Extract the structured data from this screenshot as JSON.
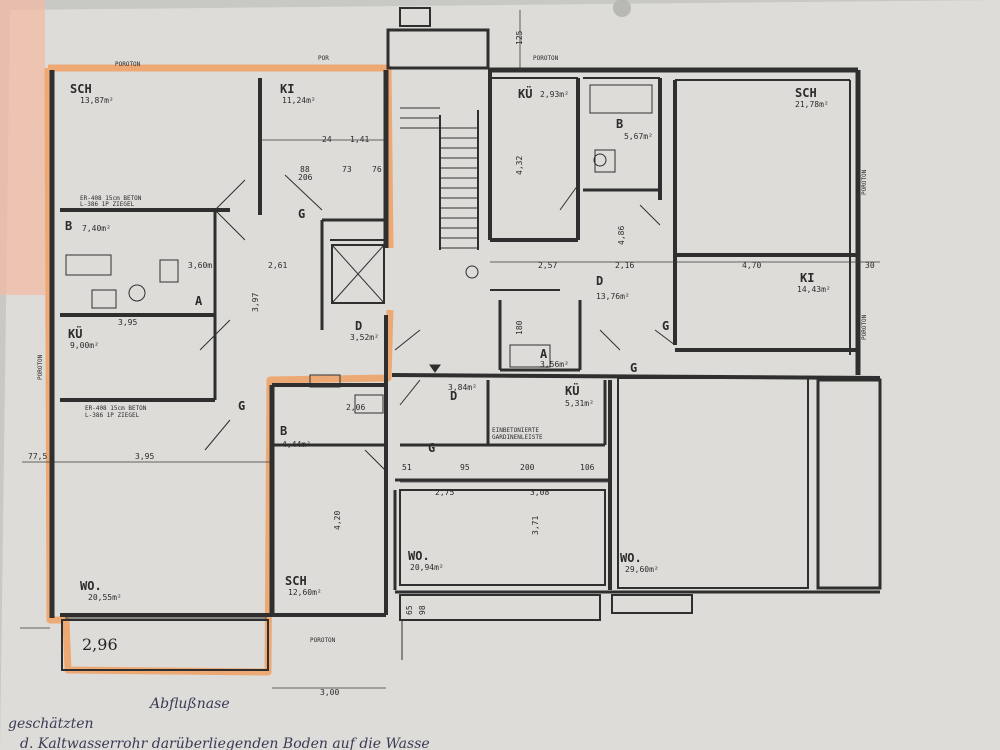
{
  "rooms": [
    {
      "id": "sch1",
      "name": "SCH",
      "area": "13,87m²"
    },
    {
      "id": "ki1",
      "name": "KI",
      "area": "11,24m²"
    },
    {
      "id": "b1",
      "name": "B",
      "area": "7,40m²"
    },
    {
      "id": "a1",
      "name": "A",
      "area": "3,60m²"
    },
    {
      "id": "ku1",
      "name": "KÜ",
      "area": "9,00m²"
    },
    {
      "id": "d1",
      "name": "D",
      "area": "3,52m²"
    },
    {
      "id": "b2",
      "name": "B",
      "area": "4,44m²"
    },
    {
      "id": "wo1",
      "name": "WO.",
      "area": "20,55m²"
    },
    {
      "id": "sch2",
      "name": "SCH",
      "area": "12,60m²"
    },
    {
      "id": "ku2",
      "name": "KÜ",
      "area": "2,93m²"
    },
    {
      "id": "b3",
      "name": "B",
      "area": "5,67m²"
    },
    {
      "id": "sch3",
      "name": "SCH",
      "area": "21,78m²"
    },
    {
      "id": "d2",
      "name": "D",
      "area": "13,76m²"
    },
    {
      "id": "ki2",
      "name": "KI",
      "area": "14,43m²"
    },
    {
      "id": "a2",
      "name": "A",
      "area": "3,56m²"
    },
    {
      "id": "d3",
      "name": "D",
      "area": "3,84m²"
    },
    {
      "id": "ku3",
      "name": "KÜ",
      "area": "5,31m²"
    },
    {
      "id": "wo2",
      "name": "WO.",
      "area": "20,94m²"
    },
    {
      "id": "wo3",
      "name": "WO.",
      "area": "29,60m²"
    }
  ],
  "labels": {
    "poroton": "POROTON",
    "por": "POR",
    "g": "G",
    "ceiling1a": "ER-408 15cm BETON",
    "ceiling1b": "L-386 1P ZIEGEL",
    "ceiling2a": "ER-408 15cm BETON",
    "ceiling2b": "L-386 1P ZIEGEL",
    "kitchen_note_a": "EINBETONIERTE",
    "kitchen_note_b": "GARDINENLEISTE"
  },
  "dimensions": {
    "d395a": "3,95",
    "d395b": "3,95",
    "d261": "2,61",
    "d397": "3,97",
    "d420": "4,20",
    "d470": "4,70",
    "d257": "2,57",
    "d216": "2,16",
    "d308": "3,08",
    "d275": "2,75",
    "d371": "3,71",
    "d300": "3,00",
    "d432": "4,32",
    "d486": "4,86",
    "d125": "125",
    "d30": "30",
    "d775": "77,5",
    "d88a": "88",
    "d206": "206",
    "d200": "200",
    "d141": "1,41",
    "d24": "24",
    "d73": "73",
    "d76": "76",
    "d206b": "2,06",
    "d95": "95",
    "d51": "51",
    "d106": "106",
    "d180": "180",
    "d65": "65",
    "d98": "98"
  },
  "annotations": {
    "balcony_width": "2,96",
    "handwritten_1": "Abflußnase",
    "handwritten_2": "geschätzten",
    "handwritten_3": "d. Kaltwasserrohr darüberliegenden Boden auf die Wasse"
  },
  "colors": {
    "paper": "#e2e2df",
    "line": "#2f2f2f",
    "highlight": "#f0a063",
    "pink": "#f4b8a2"
  }
}
